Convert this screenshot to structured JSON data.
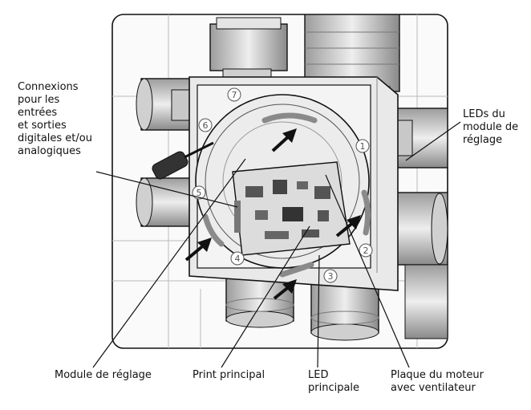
{
  "labels": {
    "connexions": [
      "Connexions",
      "pour les",
      "entrées",
      "et sorties",
      "digitales et/ou",
      "analogiques"
    ],
    "leds_module": [
      "LEDs du",
      "module de",
      "réglage"
    ],
    "module_reglage": "Module de réglage",
    "print_principal": "Print principal",
    "led_principale": [
      "LED",
      "principale"
    ],
    "plaque_moteur": [
      "Plaque du moteur",
      "avec ventilateur"
    ]
  },
  "panel_numbers": [
    "1",
    "2",
    "3",
    "4",
    "5",
    "6",
    "7"
  ],
  "colors": {
    "line": "#111111",
    "metal": "#d9d9d9",
    "highlight": "#8a8a8a",
    "arrow": "#111111"
  }
}
